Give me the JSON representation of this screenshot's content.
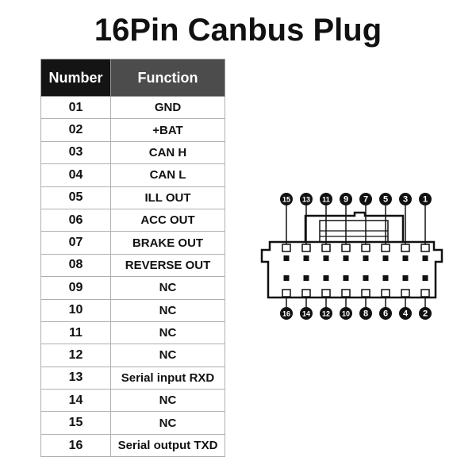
{
  "title": "16Pin Canbus Plug",
  "table": {
    "headers": {
      "number": "Number",
      "function": "Function"
    },
    "rows": [
      {
        "number": "01",
        "function": "GND"
      },
      {
        "number": "02",
        "function": "+BAT"
      },
      {
        "number": "03",
        "function": "CAN H"
      },
      {
        "number": "04",
        "function": "CAN L"
      },
      {
        "number": "05",
        "function": "ILL OUT"
      },
      {
        "number": "06",
        "function": "ACC OUT"
      },
      {
        "number": "07",
        "function": "BRAKE OUT"
      },
      {
        "number": "08",
        "function": "REVERSE OUT"
      },
      {
        "number": "09",
        "function": "NC"
      },
      {
        "number": "10",
        "function": "NC"
      },
      {
        "number": "11",
        "function": "NC"
      },
      {
        "number": "12",
        "function": "NC"
      },
      {
        "number": "13",
        "function": "Serial input RXD"
      },
      {
        "number": "14",
        "function": "NC"
      },
      {
        "number": "15",
        "function": "NC"
      },
      {
        "number": "16",
        "function": "Serial output TXD"
      }
    ]
  },
  "connector": {
    "top_labels": [
      "15",
      "13",
      "11",
      "9",
      "7",
      "5",
      "3",
      "1"
    ],
    "bottom_labels": [
      "16",
      "14",
      "12",
      "10",
      "8",
      "6",
      "4",
      "2"
    ]
  },
  "colors": {
    "header_number_bg": "#141414",
    "header_function_bg": "#4c4c4c",
    "ink": "#111111"
  }
}
